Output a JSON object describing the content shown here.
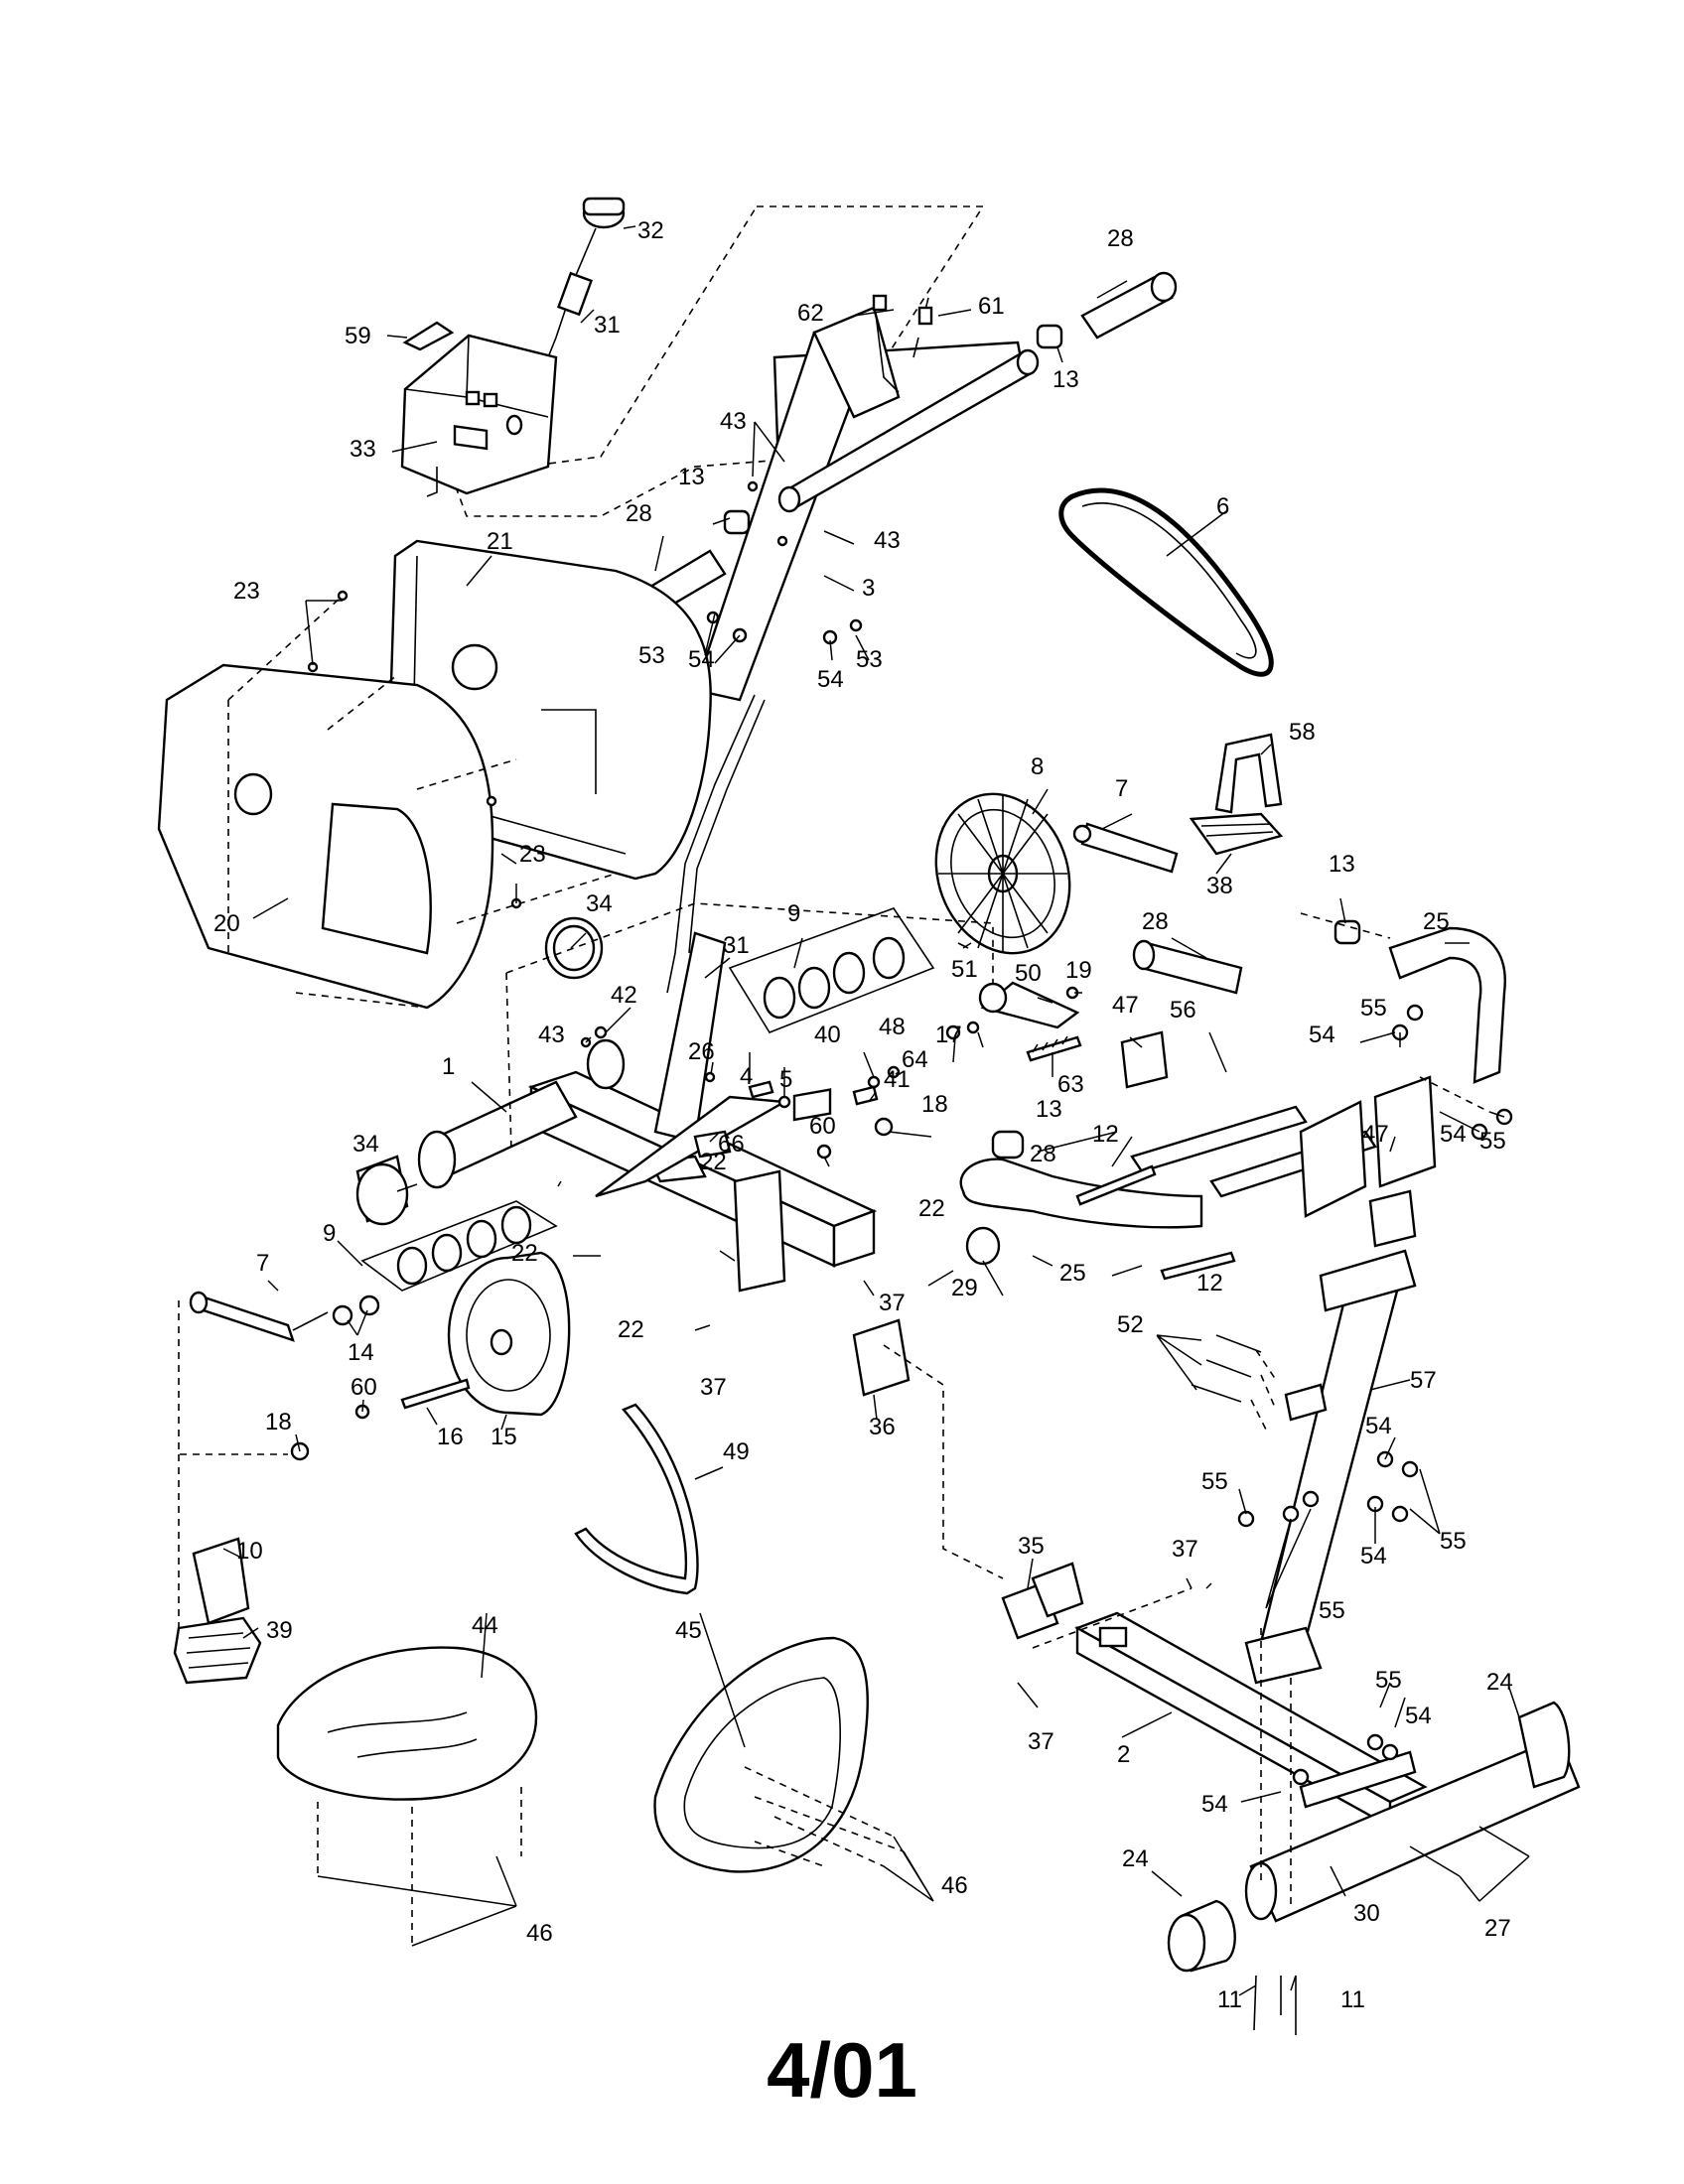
{
  "footer": {
    "date_code": "4/01"
  },
  "callouts": [
    {
      "label": "32"
    },
    {
      "label": "31"
    },
    {
      "label": "59"
    },
    {
      "label": "33"
    },
    {
      "label": "62"
    },
    {
      "label": "61"
    },
    {
      "label": "28"
    },
    {
      "label": "13"
    },
    {
      "label": "43"
    },
    {
      "label": "13"
    },
    {
      "label": "28"
    },
    {
      "label": "43"
    },
    {
      "label": "3"
    },
    {
      "label": "6"
    },
    {
      "label": "23"
    },
    {
      "label": "21"
    },
    {
      "label": "53"
    },
    {
      "label": "54"
    },
    {
      "label": "54"
    },
    {
      "label": "53"
    },
    {
      "label": "23"
    },
    {
      "label": "20"
    },
    {
      "label": "8"
    },
    {
      "label": "7"
    },
    {
      "label": "58"
    },
    {
      "label": "38"
    },
    {
      "label": "13"
    },
    {
      "label": "25"
    },
    {
      "label": "28"
    },
    {
      "label": "34"
    },
    {
      "label": "9"
    },
    {
      "label": "31"
    },
    {
      "label": "51"
    },
    {
      "label": "42"
    },
    {
      "label": "43"
    },
    {
      "label": "50"
    },
    {
      "label": "19"
    },
    {
      "label": "47"
    },
    {
      "label": "56"
    },
    {
      "label": "55"
    },
    {
      "label": "54"
    },
    {
      "label": "48"
    },
    {
      "label": "40"
    },
    {
      "label": "64"
    },
    {
      "label": "17"
    },
    {
      "label": "1"
    },
    {
      "label": "26"
    },
    {
      "label": "4"
    },
    {
      "label": "5"
    },
    {
      "label": "41"
    },
    {
      "label": "18"
    },
    {
      "label": "63"
    },
    {
      "label": "54"
    },
    {
      "label": "55"
    },
    {
      "label": "34"
    },
    {
      "label": "66"
    },
    {
      "label": "60"
    },
    {
      "label": "13"
    },
    {
      "label": "22"
    },
    {
      "label": "12"
    },
    {
      "label": "28"
    },
    {
      "label": "47"
    },
    {
      "label": "9"
    },
    {
      "label": "22"
    },
    {
      "label": "22"
    },
    {
      "label": "25"
    },
    {
      "label": "12"
    },
    {
      "label": "7"
    },
    {
      "label": "29"
    },
    {
      "label": "37"
    },
    {
      "label": "14"
    },
    {
      "label": "22"
    },
    {
      "label": "37"
    },
    {
      "label": "52"
    },
    {
      "label": "57"
    },
    {
      "label": "60"
    },
    {
      "label": "36"
    },
    {
      "label": "18"
    },
    {
      "label": "16"
    },
    {
      "label": "15"
    },
    {
      "label": "54"
    },
    {
      "label": "49"
    },
    {
      "label": "55"
    },
    {
      "label": "10"
    },
    {
      "label": "54"
    },
    {
      "label": "55"
    },
    {
      "label": "35"
    },
    {
      "label": "37"
    },
    {
      "label": "55"
    },
    {
      "label": "39"
    },
    {
      "label": "44"
    },
    {
      "label": "45"
    },
    {
      "label": "24"
    },
    {
      "label": "55"
    },
    {
      "label": "54"
    },
    {
      "label": "37"
    },
    {
      "label": "2"
    },
    {
      "label": "54"
    },
    {
      "label": "46"
    },
    {
      "label": "24"
    },
    {
      "label": "30"
    },
    {
      "label": "46"
    },
    {
      "label": "27"
    },
    {
      "label": "11"
    },
    {
      "label": "11"
    }
  ]
}
